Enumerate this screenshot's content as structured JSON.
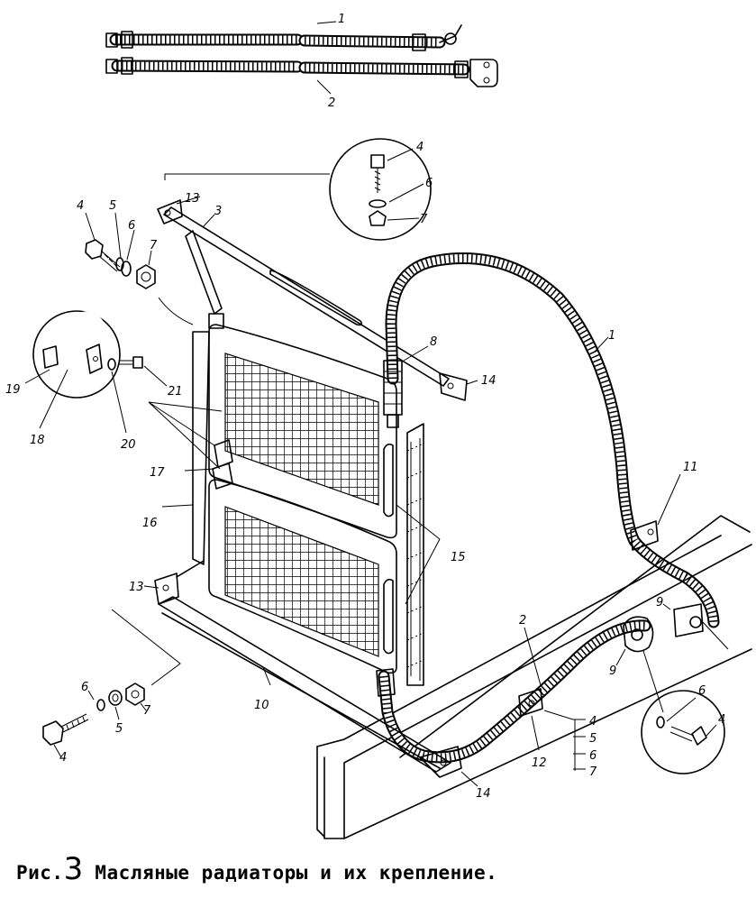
{
  "caption": {
    "prefix": "Рис.",
    "figure_number": "3",
    "title": "Масляные радиаторы и их крепление."
  },
  "callouts": {
    "hose_top_1": "1",
    "hose_top_2": "2",
    "detail_a_4": "4",
    "detail_a_6": "6",
    "detail_a_7": "7",
    "bolt_4": "4",
    "washer_5": "5",
    "washer_6": "6",
    "nut_7": "7",
    "bracket_13_top": "13",
    "strip_3": "3",
    "fitting_8": "8",
    "hose_1": "1",
    "bracket_14_top": "14",
    "clamp_11": "11",
    "clamp_19": "19",
    "screw_21": "21",
    "clamp_18": "18",
    "washer_20": "20",
    "coupling_17": "17",
    "frame_16": "16",
    "radiators_15": "15",
    "bracket_13_bottom": "13",
    "flange_9_a": "9",
    "flange_9_b": "9",
    "hose_2": "2",
    "bolt_4_b": "4",
    "washer_6_b": "6",
    "washer_5_b": "5",
    "nut_7_b": "7",
    "rod_10": "10",
    "bracket_14_bottom": "14",
    "clamp_12": "12",
    "list_4": "4",
    "list_5": "5",
    "list_6": "6",
    "list_7": "7",
    "detail_c_6": "6",
    "detail_c_4": "4"
  }
}
